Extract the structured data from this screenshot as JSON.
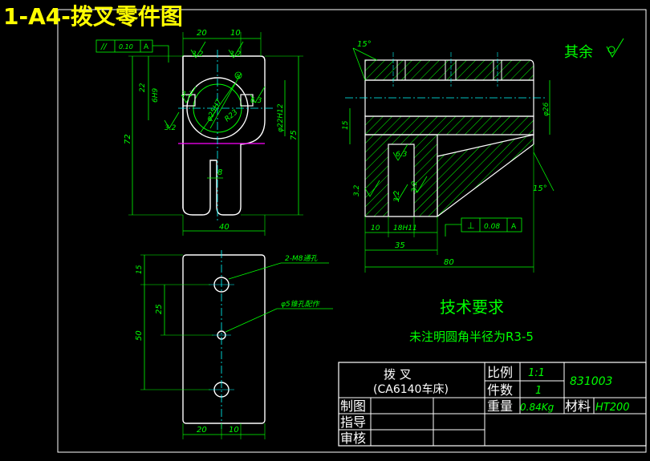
{
  "title": "1-A4-拨叉零件图",
  "roughness_note": "其余",
  "colors": {
    "background": "#000000",
    "outline": "#ffffff",
    "dimension": "#00ff00",
    "centerline": "#00ffff",
    "accent": "#ff00ff",
    "text_green": "#00ff00",
    "title_yellow": "#ffff00",
    "tech_text": "#00ff00"
  },
  "front_view": {
    "tolerance_frame": [
      "//",
      "0.10",
      "A"
    ],
    "dims": {
      "top_left": "20",
      "top_right": "10",
      "roughness_a": "3.2",
      "roughness_b": "3.2",
      "left_h9": "6H9",
      "left_22": "22",
      "left_72": "72",
      "phi_25h7": "φ25H7",
      "r23": "R23",
      "phi_22h12": "φ22H12",
      "right_75": "75",
      "r63": "6.3",
      "r32a": "3.2",
      "r32b": "3.2",
      "slot_8": "8",
      "bottom_40": "40",
      "datum_a": "A"
    }
  },
  "section_view": {
    "dims": {
      "angle_top": "15°",
      "angle_bottom": "15°",
      "phi_26": "φ26",
      "left_15": "15",
      "rough_63": "6.3",
      "rough_32a": "3.2",
      "rough_32b": "3.2",
      "rough_32c": "3.2",
      "bottom_10": "10",
      "bottom_18h11": "18H11",
      "bottom_35": "35",
      "bottom_80": "80"
    },
    "perp_frame": [
      "⊥",
      "0.08",
      "A"
    ]
  },
  "bottom_view": {
    "note_holes": "2-M8通孔",
    "note_pin": "φ5锥孔配作",
    "dims": {
      "d15": "15",
      "d25": "25",
      "d50": "50",
      "d20": "20",
      "d10": "10"
    }
  },
  "tech_requirements": {
    "heading": "技术要求",
    "line1": "未注明圆角半径为R3-5"
  },
  "title_block": {
    "part_name": "拨 叉",
    "machine": "(CA6140车床)",
    "scale_label": "比例",
    "scale_value": "1:1",
    "drawing_no": "831003",
    "qty_label": "件数",
    "qty_value": "1",
    "weight_label": "重量",
    "weight_value": "0.84Kg",
    "material_label": "材料",
    "material_value": "HT200",
    "draw_label": "制图",
    "guide_label": "指导",
    "review_label": "审核"
  }
}
